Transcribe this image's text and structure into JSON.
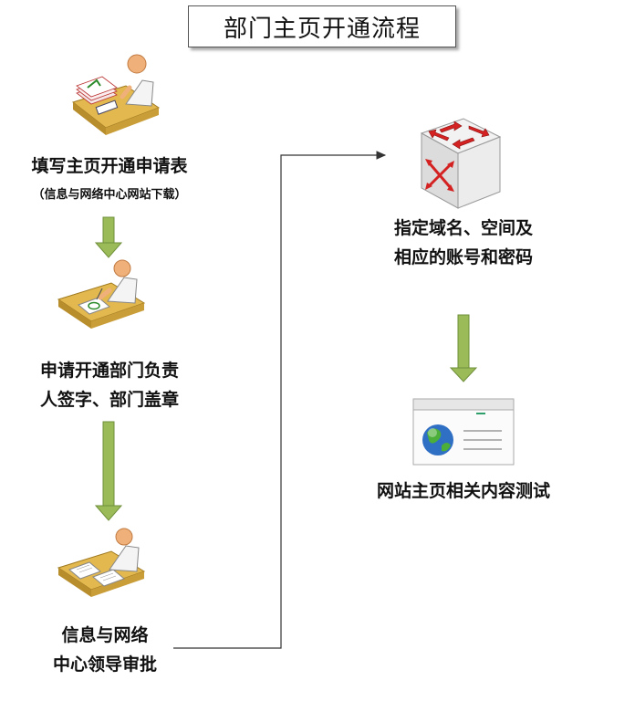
{
  "title": "部门主页开通流程",
  "left_steps": [
    {
      "line1": "填写主页开通申请表",
      "note": "（信息与网络中心网站下载）"
    },
    {
      "line1": "申请开通部门负责",
      "line2": "人签字、部门盖章"
    },
    {
      "line1": "信息与网络",
      "line2": "中心领导审批"
    }
  ],
  "right_steps": [
    {
      "line1": "指定域名、空间及",
      "line2": "相应的账号和密码"
    },
    {
      "line1": "网站主页相关内容测试"
    }
  ],
  "icons": [
    "person-writing-icon",
    "person-signing-icon",
    "person-reviewing-icon",
    "network-switch-icon",
    "browser-globe-icon"
  ],
  "colors": {
    "arrow_fill": "#9bbb59",
    "arrow_stroke": "#6f8f3a",
    "connector": "#333333",
    "desk": "#e2b84f"
  }
}
